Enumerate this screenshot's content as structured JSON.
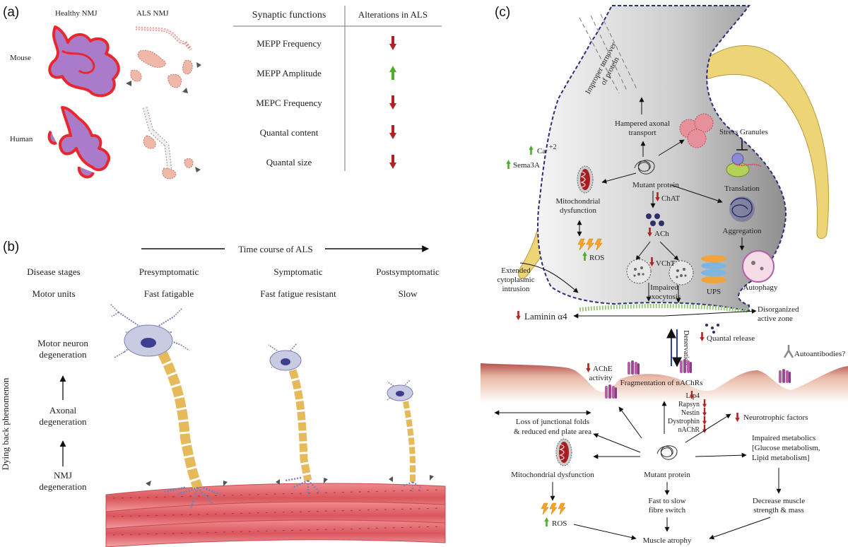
{
  "panel_a": {
    "tag": "(a)",
    "col_healthy": "Healthy NMJ",
    "col_als": "ALS NMJ",
    "row_mouse": "Mouse",
    "row_human": "Human",
    "table_header_left": "Synaptic functions",
    "table_header_right": "Alterations in ALS",
    "rows": [
      {
        "label": "MEPP Frequency",
        "direction": "down"
      },
      {
        "label": "MEPP Amplitude",
        "direction": "up"
      },
      {
        "label": "MEPC Frequency",
        "direction": "down"
      },
      {
        "label": "Quantal content",
        "direction": "down"
      },
      {
        "label": "Quantal size",
        "direction": "down"
      }
    ]
  },
  "panel_b": {
    "tag": "(b)",
    "time_course": "Time course of ALS",
    "disease_stages": "Disease stages",
    "motor_units": "Motor units",
    "stages": [
      "Presymptomatic",
      "Symptomatic",
      "Postsymptomatic"
    ],
    "unit_types": [
      "Fast fatigable",
      "Fast fatigue resistant",
      "Slow"
    ],
    "side_label": "Dying back phenomenon",
    "progression": [
      "Motor neuron",
      "degeneration",
      "Axonal",
      "degeneration",
      "NMJ",
      "degeneration"
    ]
  },
  "panel_c": {
    "tag": "(c)",
    "improper_turnover": [
      "Improper turnover",
      "of protein"
    ],
    "hampered_transport": [
      "Hampered axonal",
      "transport"
    ],
    "stress_granules": "Stress Granules",
    "translation": "Translation",
    "ca": "Ca",
    "ca_sup": "+2",
    "sema3a": "Sema3A",
    "mitochondrial_dysfunction_top": [
      "Mitochondrial",
      "dysfunction"
    ],
    "mutant_protein_top": "Mutant protein",
    "chat": "ChAT",
    "ach": "ACh",
    "vcht": "VChT",
    "aggregation": "Aggregation",
    "ros_top": "ROS",
    "impaired_exocytosis": [
      "Impaired",
      "exocytosis"
    ],
    "ups": "UPS",
    "autophagy": "Autophagy",
    "extended_intrusion": [
      "Extended",
      "cytoplasmic",
      "intrusion"
    ],
    "laminin": "Laminin α4",
    "disorganized": [
      "Disorganized",
      "active zone"
    ],
    "denervation": "Denervation",
    "quantal_release": "Quantal release",
    "autoantibodies": "Autoantibodies?",
    "ache_activity": [
      "AChE",
      "activity"
    ],
    "fragmentation": "Fragmentation of nAChRs",
    "proteins_down": [
      "Lrp4",
      "Rapsyn",
      "Nestin",
      "Dystrophin",
      "nAChR"
    ],
    "loss_folds": [
      "Loss of junctional folds",
      "& reduced end plate area"
    ],
    "neurotrophic": "Neurotrophic factors",
    "impaired_metabolics": [
      "Impaired metabolics",
      "[Glucose metabolism,",
      "Lipid metabolism]"
    ],
    "mitochondrial_dysfunction_bottom": "Mitochondrial dysfunction",
    "mutant_protein_bottom": "Mutant protein",
    "fast_to_slow": [
      "Fast to slow",
      "fibre switch"
    ],
    "decrease_muscle": [
      "Decrease muscle",
      "strength & mass"
    ],
    "ros_bottom": "ROS",
    "muscle_atrophy": "Muscle atrophy"
  },
  "colors": {
    "down_arrow": "#b22222",
    "up_arrow": "#4caf2a",
    "nmj_fill": "#a97bc9",
    "nmj_outline": "#e8282e",
    "muscle": "#e8757a",
    "terminal_grey": "#9a9a9a",
    "schwann_yellow": "#ecd477",
    "membrane_blue": "#2b2f7a"
  }
}
